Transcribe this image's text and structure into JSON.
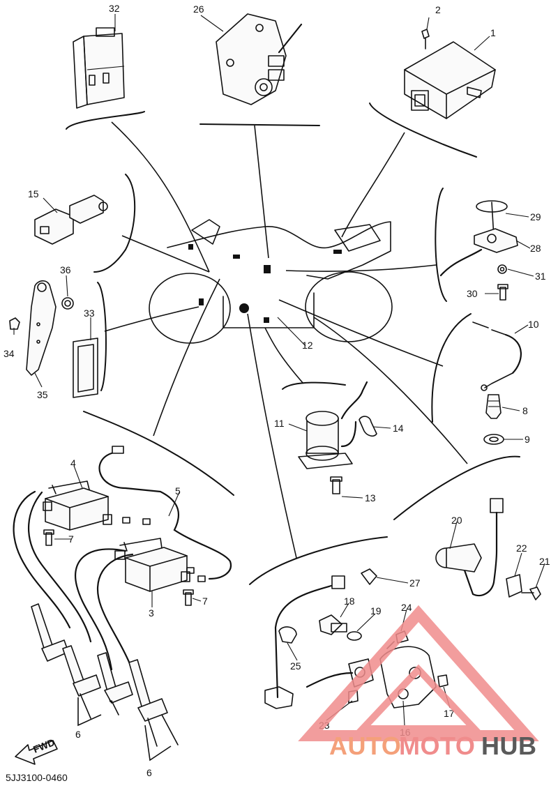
{
  "diagram": {
    "drawing_code": "5JJ3100-0460",
    "fwd_arrow_label": "FWD",
    "part_numbers": {
      "p1": "1",
      "p2": "2",
      "p3": "3",
      "p4": "4",
      "p5": "5",
      "p6a": "6",
      "p6b": "6",
      "p7a": "7",
      "p7b": "7",
      "p8": "8",
      "p9": "9",
      "p10": "10",
      "p11": "11",
      "p12": "12",
      "p13": "13",
      "p14": "14",
      "p15": "15",
      "p16": "16",
      "p17": "17",
      "p18": "18",
      "p19": "19",
      "p20": "20",
      "p21": "21",
      "p22": "22",
      "p23": "23",
      "p24": "24",
      "p25": "25",
      "p26": "26",
      "p27": "27",
      "p28": "28",
      "p29": "29",
      "p30": "30",
      "p31": "31",
      "p32": "32",
      "p33": "33",
      "p34": "34",
      "p35": "35",
      "p36": "36"
    }
  },
  "watermark": {
    "brand_part1": "AUTO",
    "brand_part2": "MOTO",
    "brand_part3": "HUB",
    "colors": {
      "orange": "#f4a07a",
      "red": "#f08c8c",
      "gray": "#5a5a5a"
    }
  }
}
